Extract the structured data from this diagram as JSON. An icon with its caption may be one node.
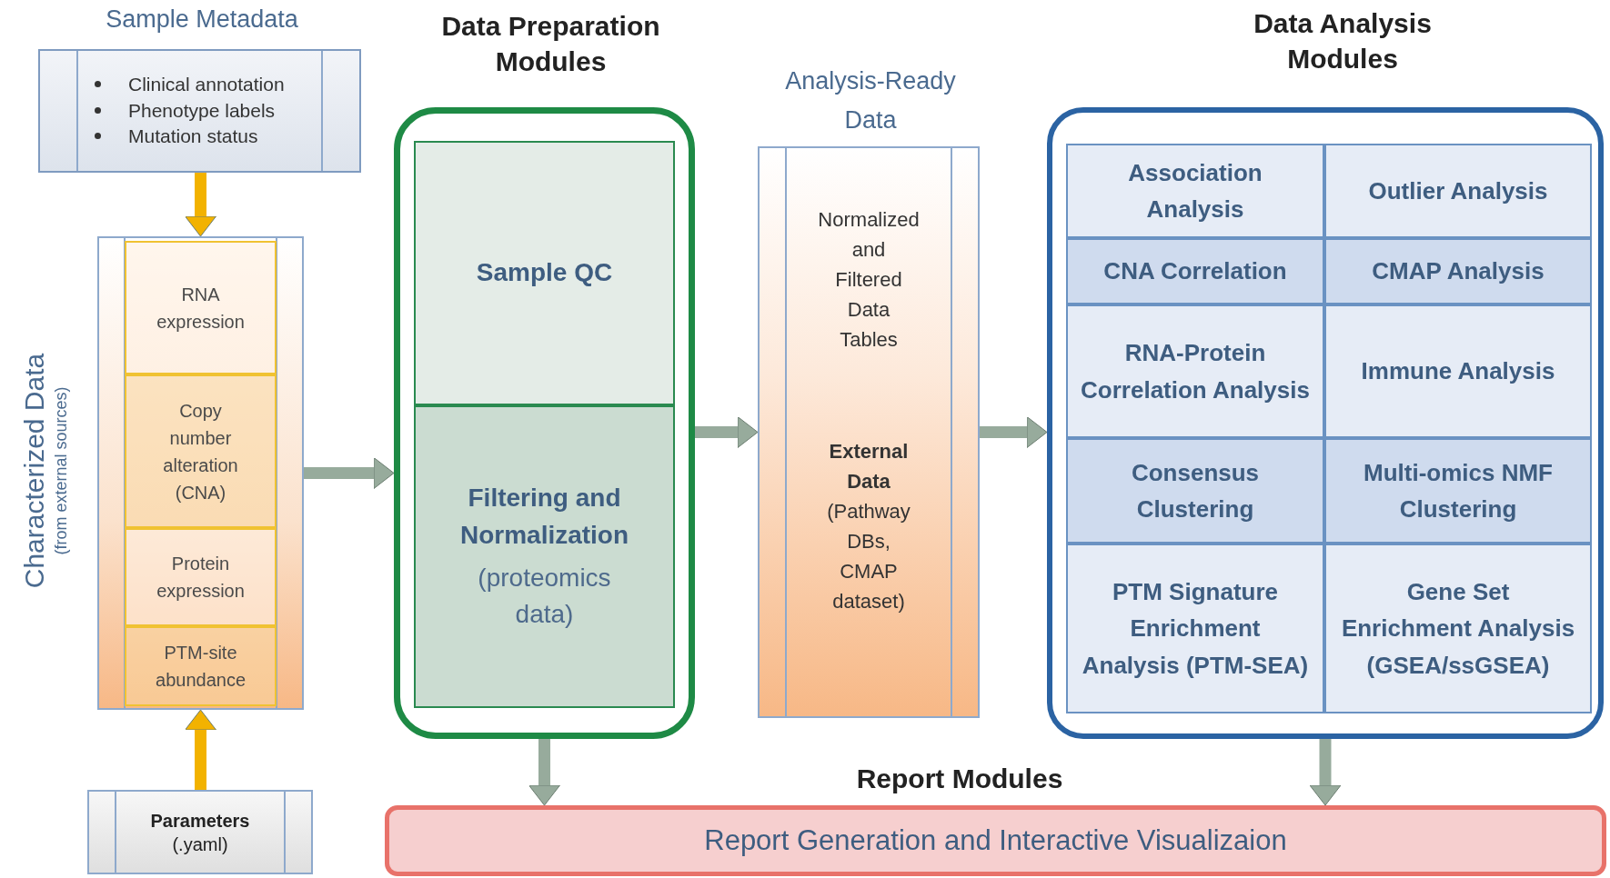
{
  "diagram": {
    "nodes": [
      {
        "text": [
          "Sample Metadata",
          "Clinical annotation",
          "Phenotype labels",
          "Mutation status"
        ]
      },
      {
        "text": [
          "Characterized Data",
          "(from external sources)"
        ]
      },
      {
        "text": [
          "RNA expression"
        ],
        "in": 1
      },
      {
        "text": [
          "Copy number alteration (CNA)"
        ],
        "in": 1
      },
      {
        "text": [
          "Protein expression"
        ],
        "in": 1
      },
      {
        "text": [
          "PTM-site abundance"
        ],
        "in": 1
      },
      {
        "text": [
          "Parameters",
          "(.yaml)"
        ]
      },
      {
        "text": [
          "Data Preparation Modules"
        ]
      },
      {
        "text": [
          "Sample QC"
        ],
        "in": 7
      },
      {
        "text": [
          "Filtering and Normalization",
          "(proteomics data)"
        ],
        "in": 7
      },
      {
        "text": [
          "Analysis-Ready Data",
          "Normalized and Filtered Data Tables",
          "External Data",
          "(Pathway DBs, CMAP dataset)"
        ]
      },
      {
        "text": [
          "Data Analysis Modules"
        ]
      },
      {
        "text": [
          "Association Analysis"
        ],
        "in": 11
      },
      {
        "text": [
          "Outlier Analysis"
        ],
        "in": 11
      },
      {
        "text": [
          "CNA Correlation"
        ],
        "in": 11
      },
      {
        "text": [
          "CMAP Analysis"
        ],
        "in": 11
      },
      {
        "text": [
          "RNA-Protein Correlation Analysis"
        ],
        "in": 11
      },
      {
        "text": [
          "Immune Analysis"
        ],
        "in": 11
      },
      {
        "text": [
          "Consensus Clustering"
        ],
        "in": 11
      },
      {
        "text": [
          "Multi-omics NMF Clustering"
        ],
        "in": 11
      },
      {
        "text": [
          "PTM Signature Enrichment Analysis (PTM-SEA)"
        ],
        "in": 11
      },
      {
        "text": [
          "Gene Set Enrichment Analysis (GSEA/ssGSEA)"
        ],
        "in": 11
      },
      {
        "text": [
          "Report Modules",
          "Report Generation and Interactive Visualizaion"
        ]
      }
    ],
    "edges": [
      {
        "from": 0,
        "to": 1,
        "arrow": "to",
        "color": "#f2b200"
      },
      {
        "from": 6,
        "to": 1,
        "arrow": "to",
        "color": "#f2b200"
      },
      {
        "from": 1,
        "to": 7,
        "arrow": "to"
      },
      {
        "from": 7,
        "to": 10,
        "arrow": "to"
      },
      {
        "from": 10,
        "to": 11,
        "arrow": "to"
      },
      {
        "from": 7,
        "to": 22,
        "arrow": "to"
      },
      {
        "from": 11,
        "to": 22,
        "arrow": "to"
      }
    ]
  }
}
